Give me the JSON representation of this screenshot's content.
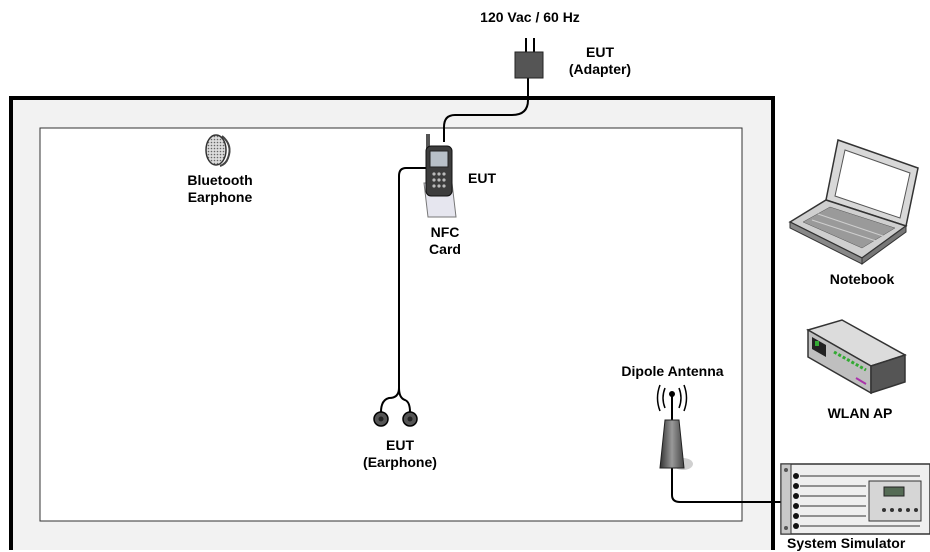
{
  "labels": {
    "power": "120 Vac / 60 Hz",
    "adapter_1": "EUT",
    "adapter_2": "(Adapter)",
    "phone": "EUT",
    "bt_1": "Bluetooth",
    "bt_2": "Earphone",
    "nfc_1": "NFC",
    "nfc_2": "Card",
    "earphone_1": "EUT",
    "earphone_2": "(Earphone)",
    "notebook": "Notebook",
    "wlan": "WLAN AP",
    "antenna": "Dipole Antenna",
    "simulator": "System Simulator"
  },
  "colors": {
    "chamber_outer": "#f2f2f2",
    "chamber_border": "#000000",
    "inner_area": "#ffffff",
    "device_dark": "#555555",
    "led_green": "#33aa33"
  },
  "icons": [
    "plug-icon",
    "phone-icon",
    "earphone-icon",
    "laptop-icon",
    "router-icon",
    "antenna-icon",
    "simulator-icon"
  ]
}
